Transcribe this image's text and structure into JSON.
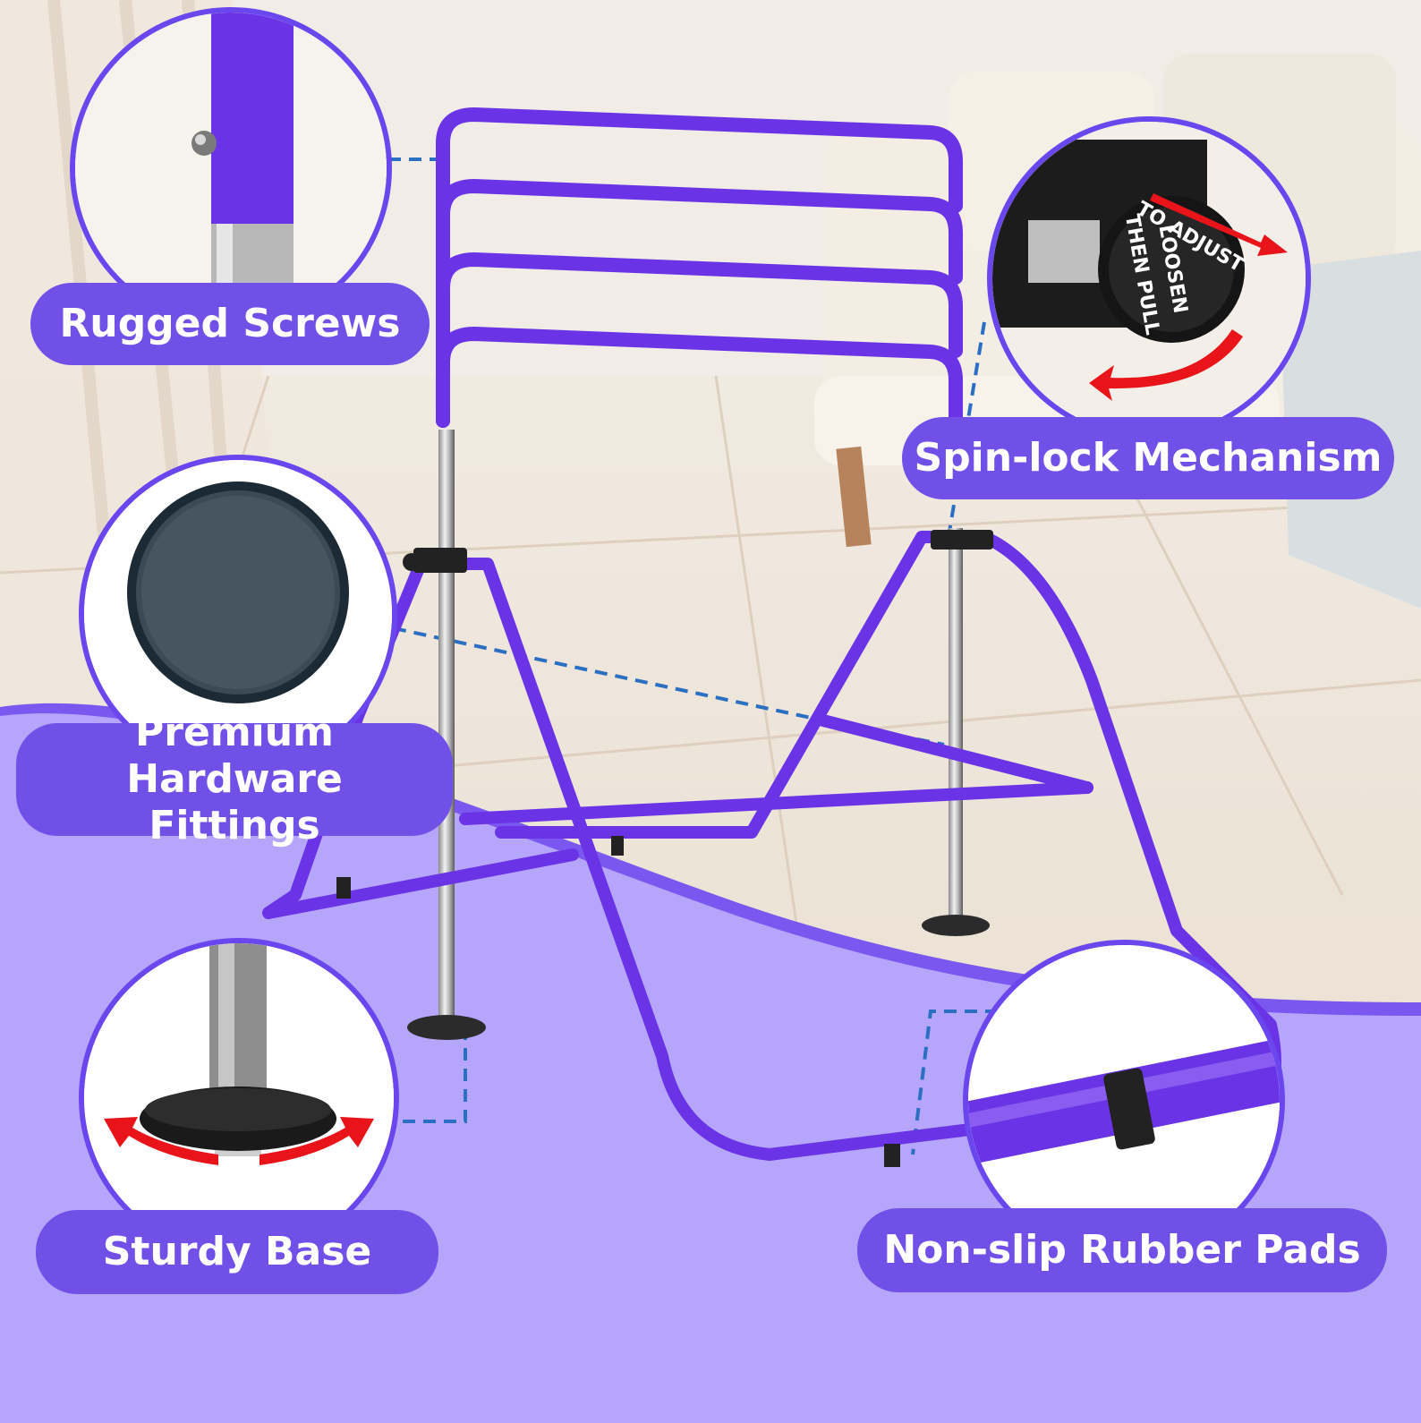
{
  "callouts": {
    "rugged_screws": "Rugged Screws",
    "spin_lock": "Spin-lock Mechanism",
    "premium_line1": "Premium",
    "premium_line2": "Hardware Fittings",
    "sturdy_base": "Sturdy Base",
    "rubber_pads": "Non-slip Rubber Pads"
  },
  "knob": {
    "line1": "TO ADJUST",
    "line2": "LOOSEN",
    "line3": "THEN PULL"
  },
  "colors": {
    "bar_purple": "#6a34e6",
    "pill_purple": "#7150e8",
    "lower_band": "#b6a6fb",
    "lower_band_dark": "#7a58f0",
    "leader_line": "#2a6fc2",
    "arrow_red": "#e8141a"
  }
}
